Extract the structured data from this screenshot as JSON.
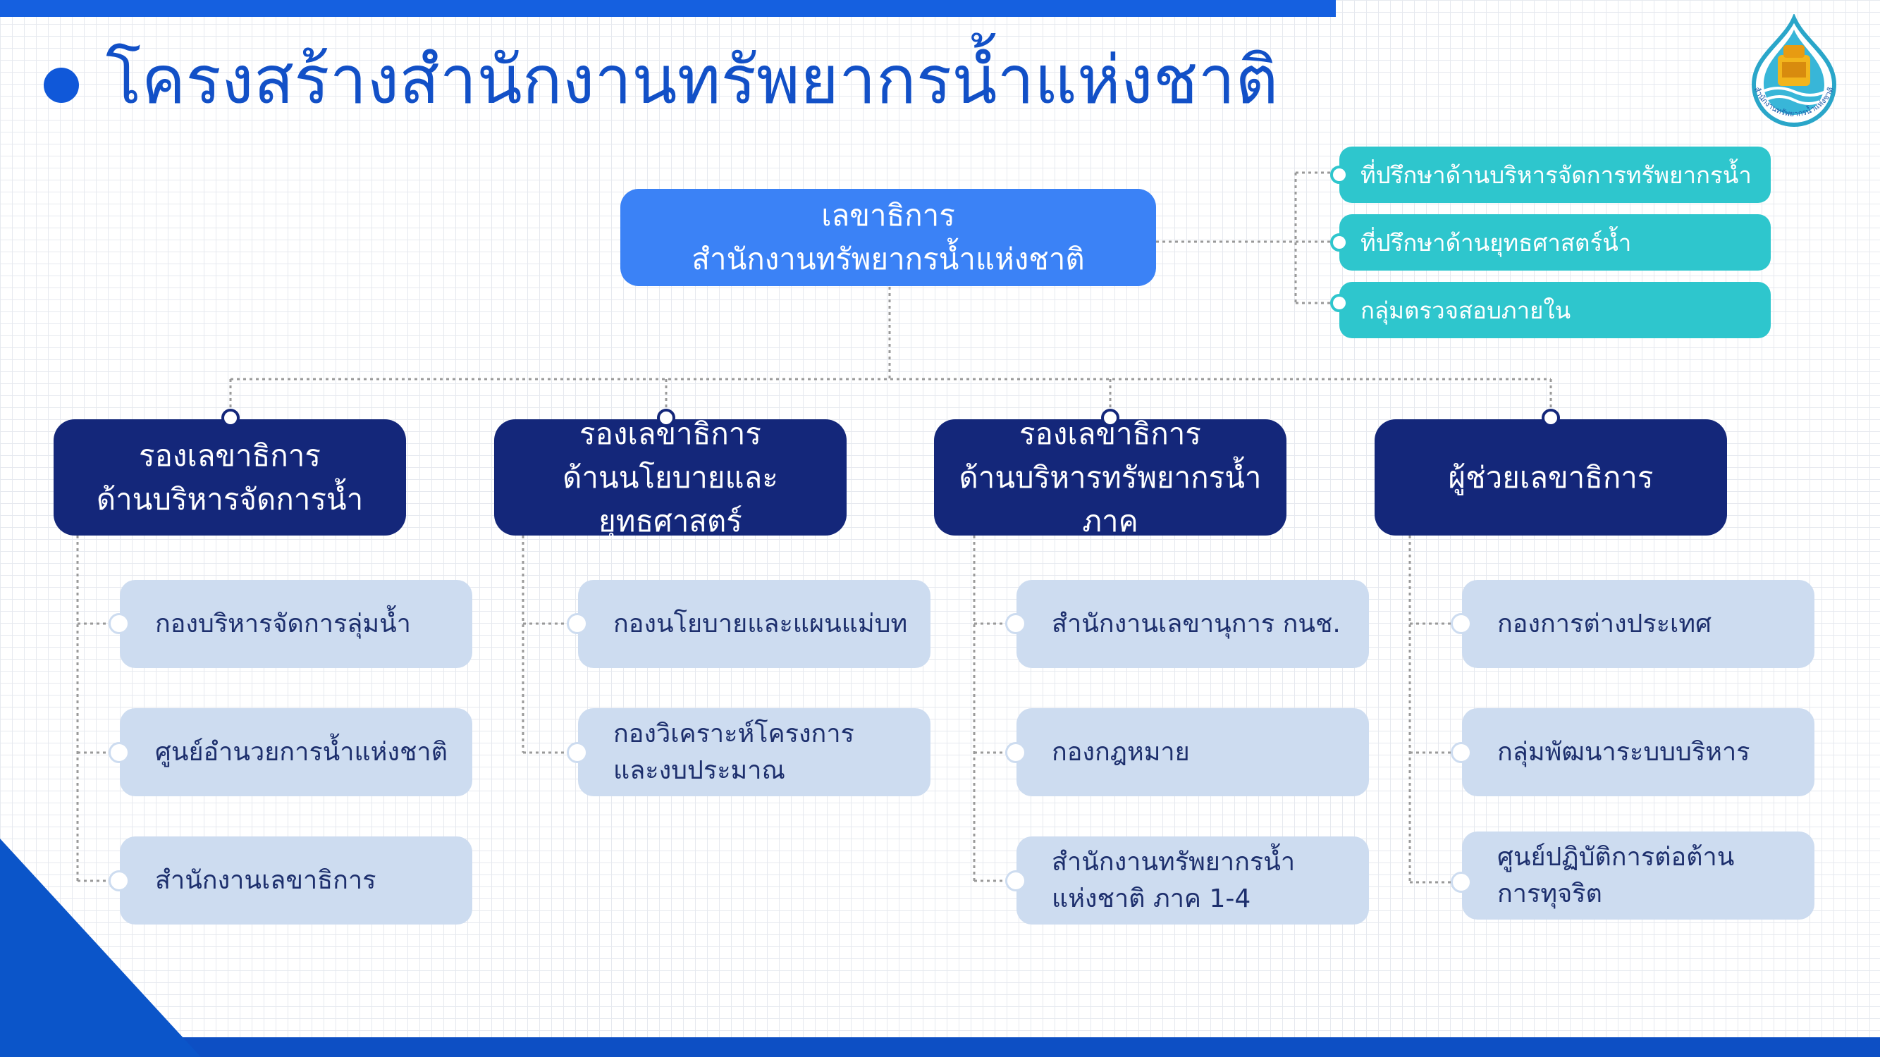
{
  "title": "โครงสร้างสำนักงานทรัพยากรน้ำแห่งชาติ",
  "logo_text": "สำนักงานทรัพยากรน้ำแห่งชาติ",
  "colors": {
    "primary_blue": "#1560e0",
    "top_box": "#3b82f6",
    "deputy_box": "#14277a",
    "advisor_box": "#2ec6cd",
    "sub_box": "#cddcf0",
    "sub_text": "#1d2f6d"
  },
  "top": {
    "label": "เลขาธิการ\nสำนักงานทรัพยากรน้ำแห่งชาติ"
  },
  "advisors": [
    {
      "label": "ที่ปรึกษาด้านบริหารจัดการทรัพยากรน้ำ"
    },
    {
      "label": "ที่ปรึกษาด้านยุทธศาสตร์น้ำ"
    },
    {
      "label": "กลุ่มตรวจสอบภายใน"
    }
  ],
  "deputies": [
    {
      "label": "รองเลขาธิการ\nด้านบริหารจัดการน้ำ",
      "units": [
        "กองบริหารจัดการลุ่มน้ำ",
        "ศูนย์อำนวยการน้ำแห่งชาติ",
        "สำนักงานเลขาธิการ"
      ]
    },
    {
      "label": "รองเลขาธิการ\nด้านนโยบายและยุทธศาสตร์",
      "units": [
        "กองนโยบายและแผนแม่บท",
        "กองวิเคราะห์โครงการ\nและงบประมาณ"
      ]
    },
    {
      "label": "รองเลขาธิการ\nด้านบริหารทรัพยากรน้ำภาค",
      "units": [
        "สำนักงานเลขานุการ กนช.",
        "กองกฎหมาย",
        "สำนักงานทรัพยากรน้ำ\nแห่งชาติ ภาค 1-4"
      ]
    },
    {
      "label": "ผู้ช่วยเลขาธิการ",
      "units": [
        "กองการต่างประเทศ",
        "กลุ่มพัฒนาระบบบริหาร",
        "ศูนย์ปฏิบัติการต่อต้าน\nการทุจริต"
      ]
    }
  ]
}
